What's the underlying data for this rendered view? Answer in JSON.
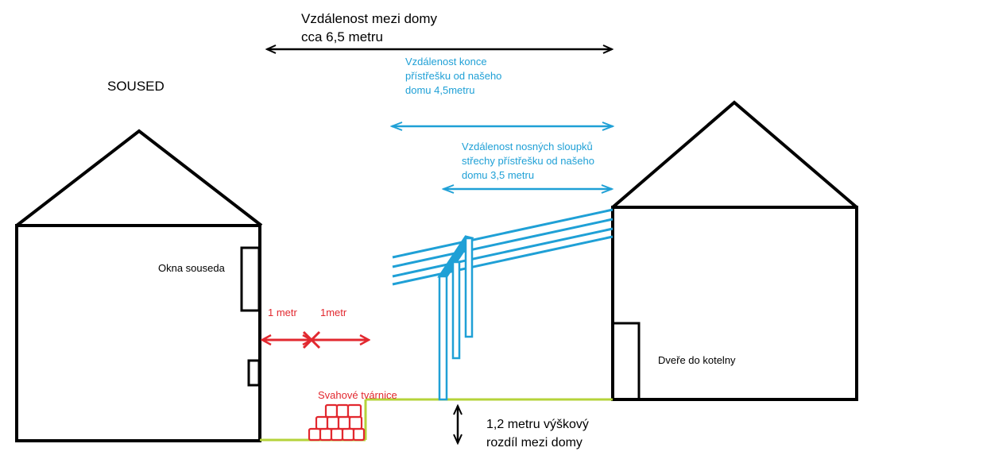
{
  "labels": {
    "neighbor": "SOUSED",
    "distance_between_houses": "Vzdálenost mezi domy\ncca 6,5 metru",
    "canopy_end_distance": "Vzdálenost konce\npřístřešku od našeho\ndomu 4,5metru",
    "posts_distance": "Vzdálenost nosných sloupků\nstřechy přístřešku od našeho\ndomu 3,5 metru",
    "neighbor_windows": "Okna souseda",
    "one_metre_a": "1 metr",
    "one_metre_b": "1metr",
    "slope_blocks": "Svahové tvárnice",
    "boiler_room_door": "Dveře do kotelny",
    "height_difference": "1,2 metru výškový\nrozdíl mezi domy"
  },
  "colors": {
    "outline": "#000000",
    "canopy": "#1fa0d6",
    "measure_red": "#e2282f",
    "ground": "#b5d33a",
    "blocks": "#e2282f"
  }
}
